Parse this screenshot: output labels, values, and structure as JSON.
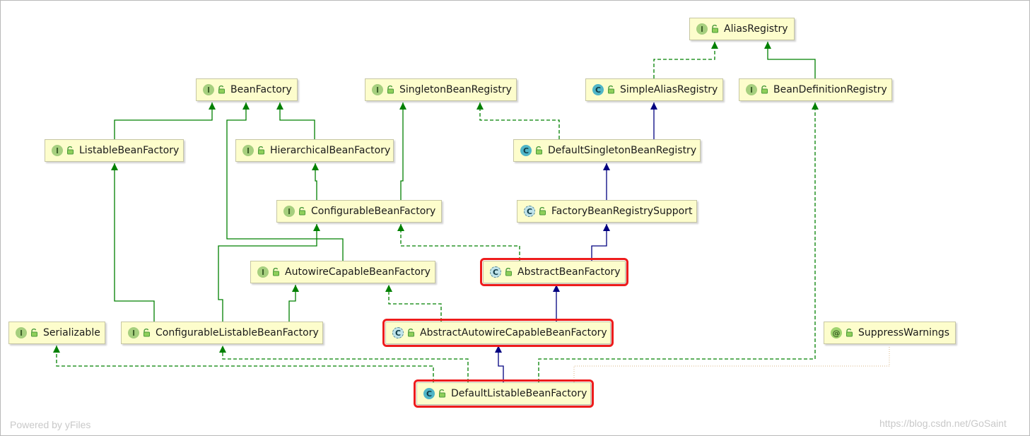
{
  "nodes": {
    "AliasRegistry": {
      "label": "AliasRegistry",
      "kind": "I"
    },
    "BeanFactory": {
      "label": "BeanFactory",
      "kind": "I"
    },
    "SingletonBeanRegistry": {
      "label": "SingletonBeanRegistry",
      "kind": "I"
    },
    "SimpleAliasRegistry": {
      "label": "SimpleAliasRegistry",
      "kind": "C"
    },
    "BeanDefinitionRegistry": {
      "label": "BeanDefinitionRegistry",
      "kind": "I"
    },
    "ListableBeanFactory": {
      "label": "ListableBeanFactory",
      "kind": "I"
    },
    "HierarchicalBeanFactory": {
      "label": "HierarchicalBeanFactory",
      "kind": "I"
    },
    "DefaultSingletonBeanRegistry": {
      "label": "DefaultSingletonBeanRegistry",
      "kind": "C"
    },
    "ConfigurableBeanFactory": {
      "label": "ConfigurableBeanFactory",
      "kind": "I"
    },
    "FactoryBeanRegistrySupport": {
      "label": "FactoryBeanRegistrySupport",
      "kind": "C"
    },
    "AutowireCapableBeanFactory": {
      "label": "AutowireCapableBeanFactory",
      "kind": "I"
    },
    "AbstractBeanFactory": {
      "label": "AbstractBeanFactory",
      "kind": "C"
    },
    "Serializable": {
      "label": "Serializable",
      "kind": "I"
    },
    "ConfigurableListableBeanFactory": {
      "label": "ConfigurableListableBeanFactory",
      "kind": "I"
    },
    "AbstractAutowireCapableBeanFactory": {
      "label": "AbstractAutowireCapableBeanFactory",
      "kind": "C"
    },
    "SuppressWarnings": {
      "label": "SuppressWarnings",
      "kind": "@"
    },
    "DefaultListableBeanFactory": {
      "label": "DefaultListableBeanFactory",
      "kind": "C"
    }
  },
  "badge_glyphs": {
    "I": "I",
    "C": "C",
    "@": "@"
  },
  "colors": {
    "node_fill": "#fdfdcc",
    "extends_interface": "#008000",
    "extends_class": "#000080",
    "highlight": "#ee1c1c",
    "annotation_link": "#d7b483"
  },
  "edges": [
    {
      "from": "SimpleAliasRegistry",
      "to": "AliasRegistry",
      "type": "implements"
    },
    {
      "from": "BeanDefinitionRegistry",
      "to": "AliasRegistry",
      "type": "extends"
    },
    {
      "from": "ListableBeanFactory",
      "to": "BeanFactory",
      "type": "extends"
    },
    {
      "from": "HierarchicalBeanFactory",
      "to": "BeanFactory",
      "type": "extends"
    },
    {
      "from": "ConfigurableBeanFactory",
      "to": "HierarchicalBeanFactory",
      "type": "extends"
    },
    {
      "from": "ConfigurableBeanFactory",
      "to": "SingletonBeanRegistry",
      "type": "extends"
    },
    {
      "from": "AutowireCapableBeanFactory",
      "to": "BeanFactory",
      "type": "extends"
    },
    {
      "from": "DefaultSingletonBeanRegistry",
      "to": "SimpleAliasRegistry",
      "type": "class-extends"
    },
    {
      "from": "DefaultSingletonBeanRegistry",
      "to": "SingletonBeanRegistry",
      "type": "implements"
    },
    {
      "from": "FactoryBeanRegistrySupport",
      "to": "DefaultSingletonBeanRegistry",
      "type": "class-extends"
    },
    {
      "from": "AbstractBeanFactory",
      "to": "FactoryBeanRegistrySupport",
      "type": "class-extends"
    },
    {
      "from": "AbstractBeanFactory",
      "to": "ConfigurableBeanFactory",
      "type": "implements"
    },
    {
      "from": "ConfigurableListableBeanFactory",
      "to": "ListableBeanFactory",
      "type": "extends"
    },
    {
      "from": "ConfigurableListableBeanFactory",
      "to": "ConfigurableBeanFactory",
      "type": "extends"
    },
    {
      "from": "ConfigurableListableBeanFactory",
      "to": "AutowireCapableBeanFactory",
      "type": "extends"
    },
    {
      "from": "AbstractAutowireCapableBeanFactory",
      "to": "AbstractBeanFactory",
      "type": "class-extends"
    },
    {
      "from": "AbstractAutowireCapableBeanFactory",
      "to": "AutowireCapableBeanFactory",
      "type": "implements"
    },
    {
      "from": "DefaultListableBeanFactory",
      "to": "AbstractAutowireCapableBeanFactory",
      "type": "class-extends"
    },
    {
      "from": "DefaultListableBeanFactory",
      "to": "Serializable",
      "type": "implements"
    },
    {
      "from": "DefaultListableBeanFactory",
      "to": "ConfigurableListableBeanFactory",
      "type": "implements"
    },
    {
      "from": "DefaultListableBeanFactory",
      "to": "BeanDefinitionRegistry",
      "type": "implements"
    },
    {
      "from": "DefaultListableBeanFactory",
      "to": "SuppressWarnings",
      "type": "annotated"
    }
  ],
  "watermark_left": "Powered by yFiles",
  "watermark_right": "https://blog.csdn.net/GoSaint"
}
